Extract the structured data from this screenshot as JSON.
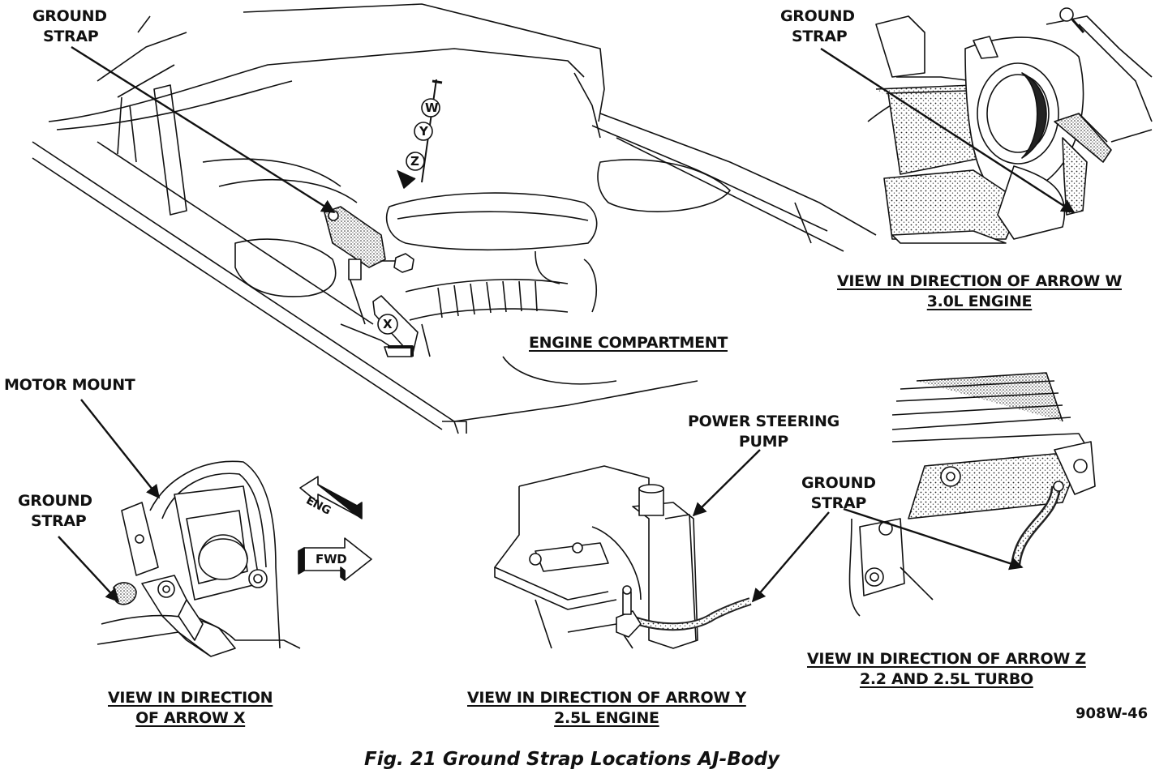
{
  "labels": {
    "ground_strap_main": [
      "GROUND",
      "STRAP"
    ],
    "ground_strap_w": [
      "GROUND",
      "STRAP"
    ],
    "motor_mount": "MOTOR MOUNT",
    "ground_strap_x": [
      "GROUND",
      "STRAP"
    ],
    "power_steering_pump": [
      "POWER STEERING",
      "PUMP"
    ],
    "ground_strap_z": [
      "GROUND",
      "STRAP"
    ],
    "engine_compartment": "ENGINE COMPARTMENT",
    "eng": "ENG",
    "fwd": "FWD",
    "arrow_w": "W",
    "arrow_y": "Y",
    "arrow_z": "Z",
    "arrow_x": "X"
  },
  "views": {
    "w": [
      "VIEW IN DIRECTION OF ARROW W",
      "3.0L ENGINE"
    ],
    "x": [
      "VIEW IN DIRECTION",
      "OF ARROW X"
    ],
    "y": [
      "VIEW IN DIRECTION OF ARROW Y",
      "2.5L ENGINE"
    ],
    "z": [
      "VIEW IN DIRECTION OF ARROW Z",
      "2.2 AND 2.5L TURBO"
    ]
  },
  "reference_code": "908W-46",
  "caption": "Fig. 21 Ground Strap Locations AJ-Body"
}
